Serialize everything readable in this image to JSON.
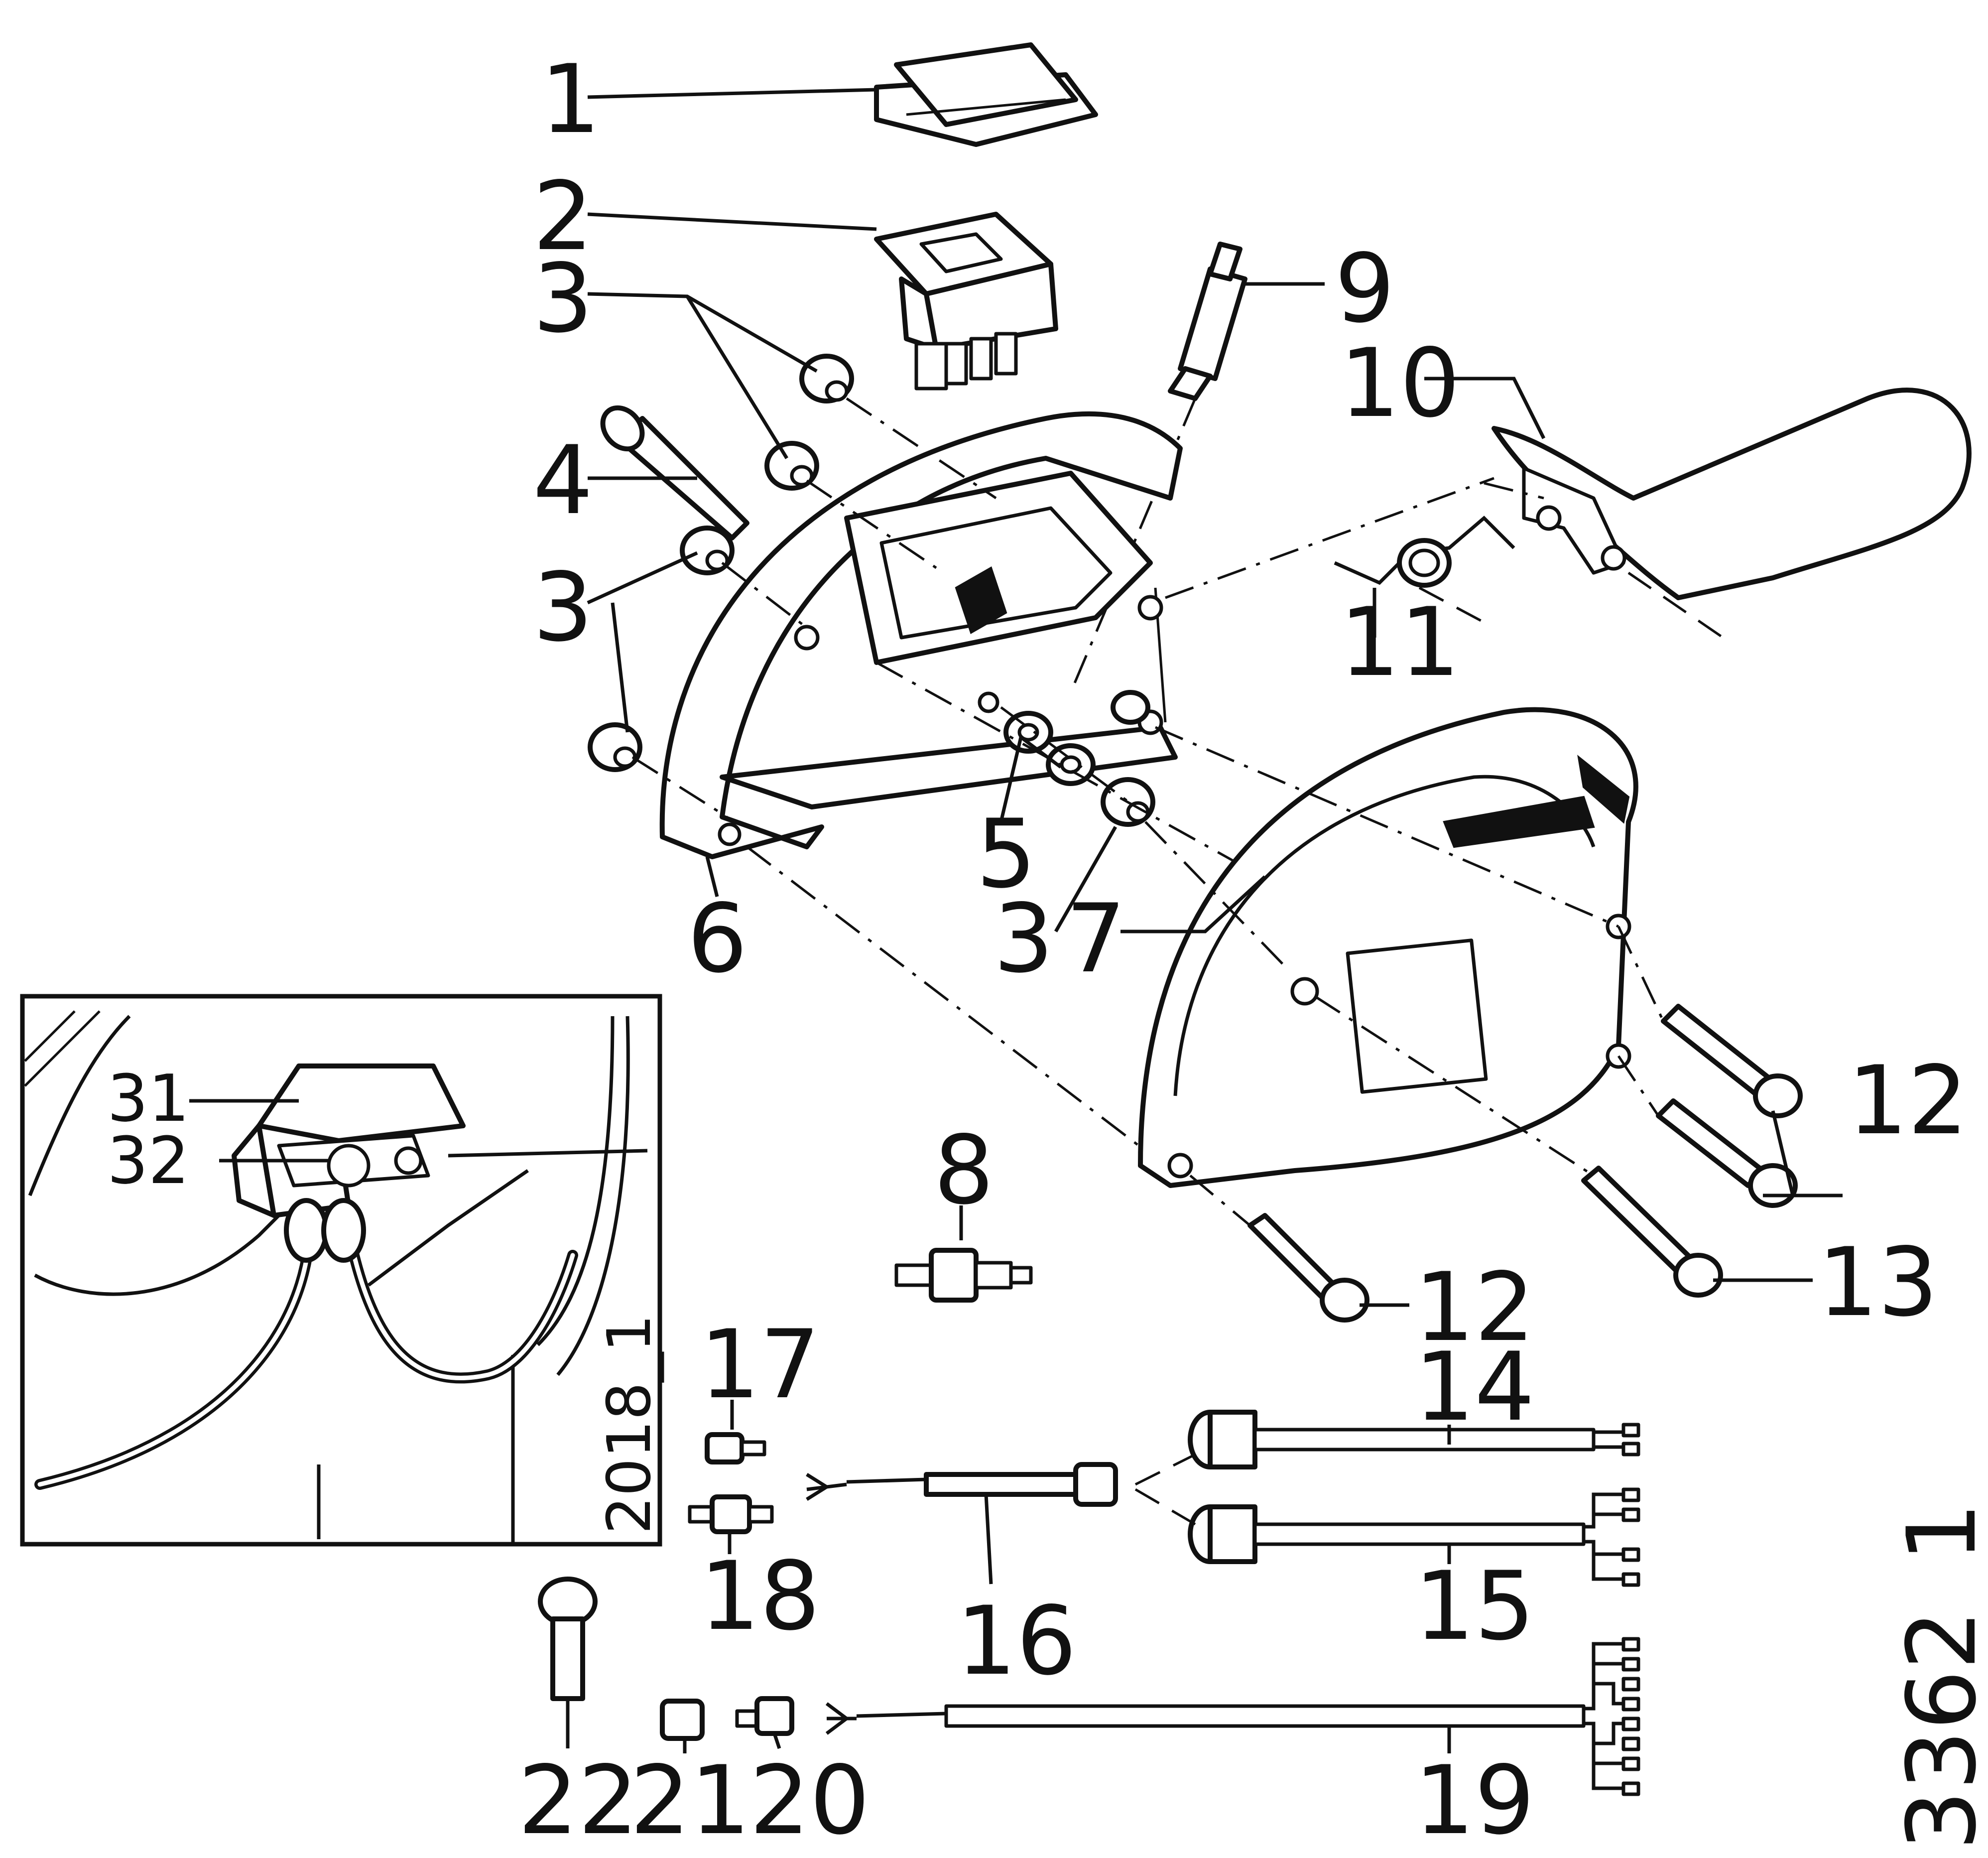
{
  "parts": [
    {
      "id": "p1",
      "label": "1"
    },
    {
      "id": "p2",
      "label": "2"
    },
    {
      "id": "p3a",
      "label": "3"
    },
    {
      "id": "p3b",
      "label": "3"
    },
    {
      "id": "p3c",
      "label": "3"
    },
    {
      "id": "p4",
      "label": "4"
    },
    {
      "id": "p5",
      "label": "5"
    },
    {
      "id": "p6",
      "label": "6"
    },
    {
      "id": "p7",
      "label": "7"
    },
    {
      "id": "p8",
      "label": "8"
    },
    {
      "id": "p9",
      "label": "9"
    },
    {
      "id": "p10",
      "label": "10"
    },
    {
      "id": "p11",
      "label": "11"
    },
    {
      "id": "p12a",
      "label": "12"
    },
    {
      "id": "p12b",
      "label": "12"
    },
    {
      "id": "p13",
      "label": "13"
    },
    {
      "id": "p14",
      "label": "14"
    },
    {
      "id": "p15",
      "label": "15"
    },
    {
      "id": "p16",
      "label": "16"
    },
    {
      "id": "p17",
      "label": "17"
    },
    {
      "id": "p18",
      "label": "18"
    },
    {
      "id": "p19",
      "label": "19"
    },
    {
      "id": "p20",
      "label": "20"
    },
    {
      "id": "p21",
      "label": "21"
    },
    {
      "id": "p22",
      "label": "22"
    }
  ],
  "inset": {
    "labels": [
      "31",
      "32"
    ],
    "ref": "2018_1"
  },
  "drawing_ref": "3362_1"
}
